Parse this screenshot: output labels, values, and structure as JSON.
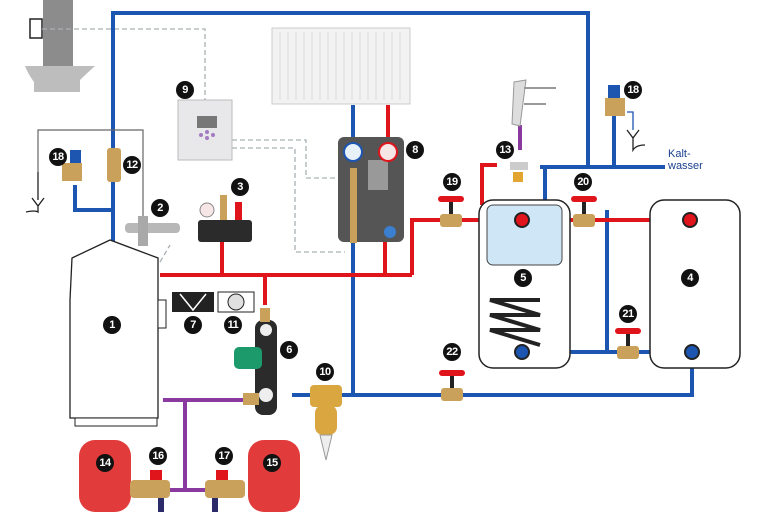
{
  "labels": {
    "boiler": "1",
    "thermostatic_mixing_valve": "2",
    "safety_group": "3",
    "buffer_tank": "4",
    "hot_water_tank": "5",
    "pump_group_boiler": "6",
    "flue_damper": "7",
    "heating_circuit_pump_group": "8",
    "room_controller": "9",
    "dirt_separator": "10",
    "draft_regulator": "11",
    "backflow_valve": "12",
    "domestic_mixing_valve": "13",
    "expansion_vessel_left": "14",
    "expansion_vessel_right": "15",
    "cap_valve_left": "16",
    "cap_valve_right": "17",
    "safety_valve_left": "18",
    "safety_valve_right": "18",
    "ball_valve_a": "19",
    "ball_valve_b": "20",
    "ball_valve_c": "21",
    "ball_valve_d": "22"
  },
  "cold_water": {
    "line1": "Kalt-",
    "line2": "wasser"
  },
  "colors": {
    "supply": "#e0141b",
    "return": "#1c56b0",
    "mixed": "#8a3a9e",
    "control": "#a9b0b5",
    "tank_water": "#cfe6f7"
  }
}
